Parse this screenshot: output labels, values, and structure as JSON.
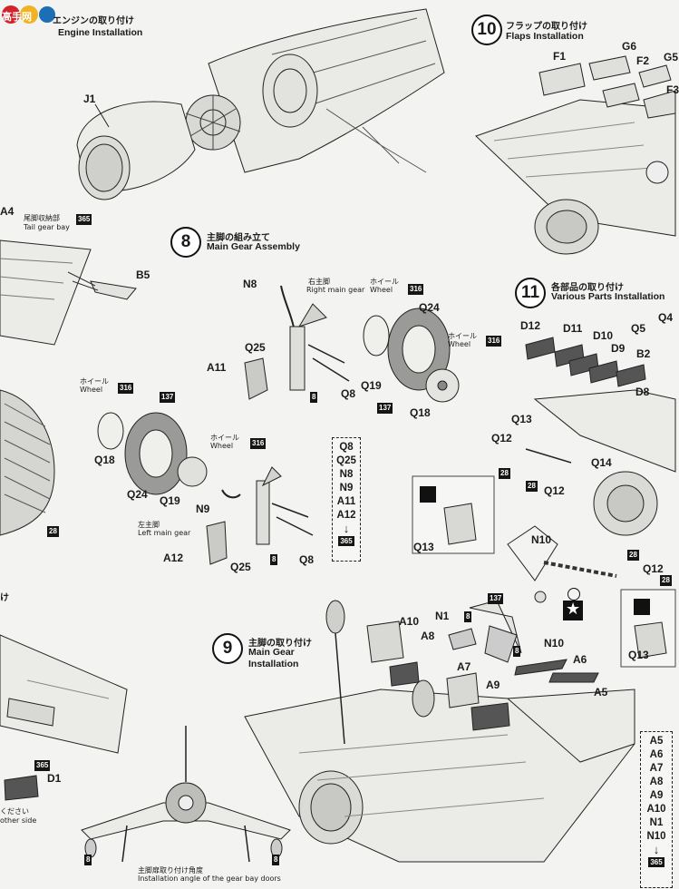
{
  "watermark": {
    "text": "高手网"
  },
  "step7": {
    "title_jp": "エンジンの取り付け",
    "title_en": "Engine Installation"
  },
  "step8": {
    "number": "8",
    "title_jp": "主脚の組み立て",
    "title_en": "Main Gear Assembly"
  },
  "step9": {
    "number": "9",
    "title_jp": "主脚の取り付け",
    "title_en_1": "Main Gear",
    "title_en_2": "Installation"
  },
  "step10": {
    "number": "10",
    "title_jp": "フラップの取り付け",
    "title_en": "Flaps Installation"
  },
  "step11": {
    "number": "11",
    "title_jp": "各部品の取り付け",
    "title_en": "Various Parts Installation"
  },
  "parts": {
    "J1": "J1",
    "A4": "A4",
    "B5": "B5",
    "F1": "F1",
    "G6": "G6",
    "F2": "F2",
    "G5": "G5",
    "F3": "F3",
    "N8": "N8",
    "A11": "A11",
    "Q25": "Q25",
    "Q19": "Q19",
    "Q24": "Q24",
    "Q18": "Q18",
    "Q8": "Q8",
    "Q18b": "Q18",
    "Q24b": "Q24",
    "Q19b": "Q19",
    "N9": "N9",
    "A12": "A12",
    "Q25b": "Q25",
    "Q8b": "Q8",
    "D12": "D12",
    "D11": "D11",
    "D10": "D10",
    "D9": "D9",
    "Q5": "Q5",
    "Q4": "Q4",
    "B2": "B2",
    "D8": "D8",
    "Q13": "Q13",
    "Q12": "Q12",
    "Q14": "Q14",
    "Q12b": "Q12",
    "Q13b": "Q13",
    "N10": "N10",
    "A10": "A10",
    "A8": "A8",
    "N1": "N1",
    "N10b": "N10",
    "A7": "A7",
    "A9": "A9",
    "A6": "A6",
    "A5": "A5",
    "D1": "D1",
    "Q12c": "Q12",
    "Q13c": "Q13"
  },
  "labels": {
    "tail_gear_bay_jp": "尾脚収納部",
    "tail_gear_bay_en": "Tail gear bay",
    "right_main_gear_jp": "右主脚",
    "right_main_gear_en": "Right main gear",
    "left_main_gear_jp": "左主脚",
    "left_main_gear_en": "Left main gear",
    "wheel_jp": "ホイール",
    "wheel_en": "Wheel",
    "other_side_jp": "ください",
    "other_side_en": "other side",
    "bay_door_angle_jp": "主脚扉取り付け角度",
    "bay_door_angle_en": "Installation angle of the gear bay doors",
    "step_partial": "け"
  },
  "badges": {
    "b365": "365",
    "b316": "316",
    "b137": "137",
    "b28": "28",
    "b8": "8"
  },
  "partlist_step8": [
    "Q8",
    "Q25",
    "N8",
    "N9",
    "A11",
    "A12",
    "365"
  ],
  "partlist_step9": [
    "A5",
    "A6",
    "A7",
    "A8",
    "A9",
    "A10",
    "N1",
    "N10",
    "365"
  ],
  "colors": {
    "paper": "#f3f3f1",
    "ink": "#1b1b1b",
    "watermark_red": "#d2232a",
    "watermark_blue": "#1c6fb5"
  }
}
